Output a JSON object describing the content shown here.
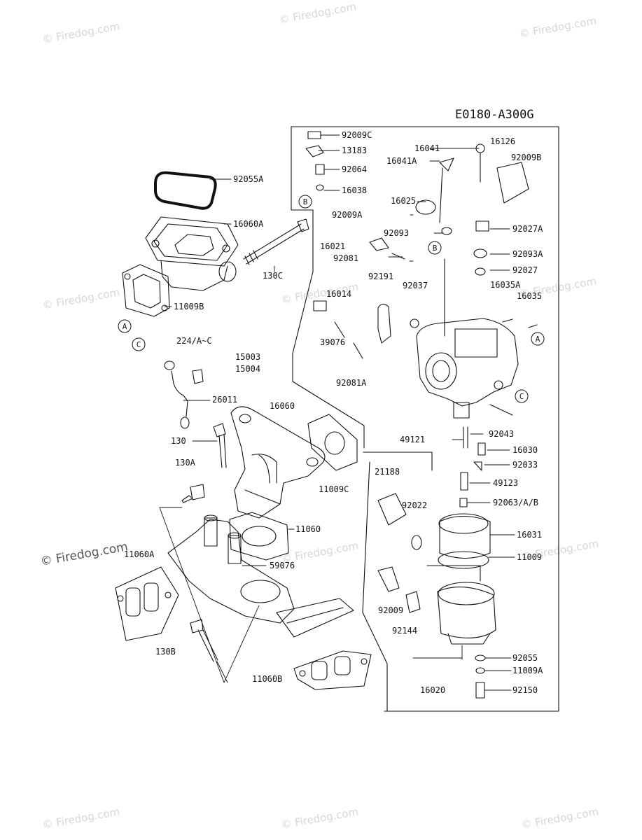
{
  "diagram_code": "E0180-A300G",
  "watermark": "© Firedog.com",
  "part_labels": [
    "92009C",
    "13183",
    "92064",
    "16038",
    "16041",
    "16126",
    "16041A",
    "92009B",
    "16025",
    "92009A",
    "92093",
    "92027A",
    "92055A",
    "16060A",
    "16021",
    "92081",
    "92093A",
    "130C",
    "92191",
    "92037",
    "92027",
    "16014",
    "16035A",
    "16035",
    "11009B",
    "39076",
    "224/A~C",
    "15003",
    "15004",
    "92081A",
    "26011",
    "16060",
    "92043",
    "130",
    "49121",
    "16030",
    "11009C",
    "92033",
    "130A",
    "21188",
    "49123",
    "92022",
    "92063/A/B",
    "11060",
    "16031",
    "11060A",
    "59076",
    "11009",
    "92009",
    "92144",
    "130B",
    "92055",
    "11060B",
    "11009A",
    "16020",
    "92150"
  ],
  "reference_markers": [
    "A",
    "B",
    "C"
  ]
}
